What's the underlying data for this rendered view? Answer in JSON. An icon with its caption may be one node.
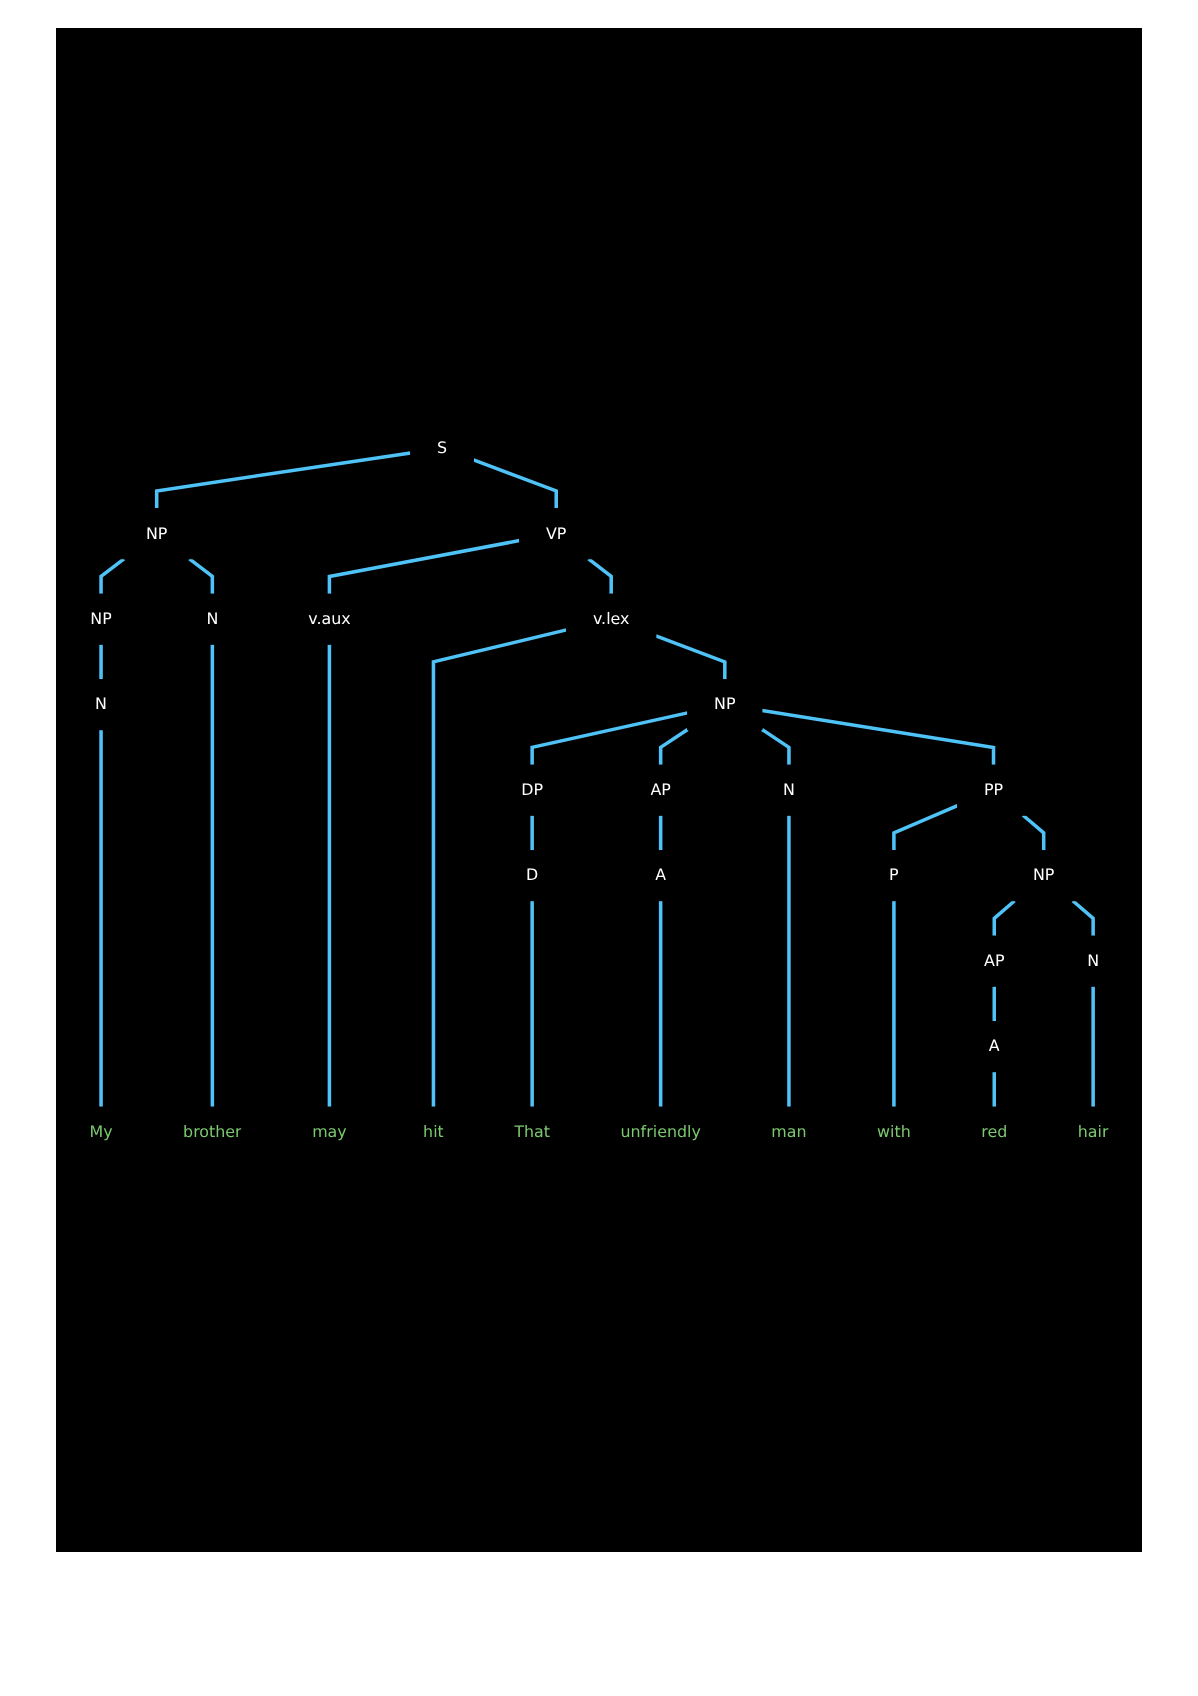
{
  "diagram": {
    "nodes": [
      {
        "text": [
          "S"
        ]
      },
      {
        "text": [
          "NP"
        ]
      },
      {
        "text": [
          "NP"
        ]
      },
      {
        "text": [
          "N"
        ]
      },
      {
        "text": [
          "My"
        ]
      },
      {
        "text": [
          "N"
        ]
      },
      {
        "text": [
          "brother"
        ]
      },
      {
        "text": [
          "VP"
        ]
      },
      {
        "text": [
          "v.aux"
        ]
      },
      {
        "text": [
          "may"
        ]
      },
      {
        "text": [
          "v.lex"
        ]
      },
      {
        "text": [
          "hit"
        ]
      },
      {
        "text": [
          "NP"
        ]
      },
      {
        "text": [
          "DP"
        ]
      },
      {
        "text": [
          "D"
        ]
      },
      {
        "text": [
          "That"
        ]
      },
      {
        "text": [
          "AP"
        ]
      },
      {
        "text": [
          "A"
        ]
      },
      {
        "text": [
          "unfriendly"
        ]
      },
      {
        "text": [
          "N"
        ]
      },
      {
        "text": [
          "man"
        ]
      },
      {
        "text": [
          "PP"
        ]
      },
      {
        "text": [
          "P"
        ]
      },
      {
        "text": [
          "with"
        ]
      },
      {
        "text": [
          "NP"
        ]
      },
      {
        "text": [
          "AP"
        ]
      },
      {
        "text": [
          "A"
        ]
      },
      {
        "text": [
          "red"
        ]
      },
      {
        "text": [
          "N"
        ]
      },
      {
        "text": [
          "hair"
        ]
      }
    ],
    "edges": [
      {
        "from": 0,
        "to": 1,
        "arrow": "none"
      },
      {
        "from": 0,
        "to": 7,
        "arrow": "none"
      },
      {
        "from": 1,
        "to": 2,
        "arrow": "none"
      },
      {
        "from": 2,
        "to": 3,
        "arrow": "none"
      },
      {
        "from": 3,
        "to": 4,
        "arrow": "none"
      },
      {
        "from": 1,
        "to": 5,
        "arrow": "none"
      },
      {
        "from": 5,
        "to": 6,
        "arrow": "none"
      },
      {
        "from": 7,
        "to": 8,
        "arrow": "none"
      },
      {
        "from": 8,
        "to": 9,
        "arrow": "none"
      },
      {
        "from": 7,
        "to": 10,
        "arrow": "none"
      },
      {
        "from": 10,
        "to": 11,
        "arrow": "none"
      },
      {
        "from": 10,
        "to": 12,
        "arrow": "none"
      },
      {
        "from": 12,
        "to": 13,
        "arrow": "none"
      },
      {
        "from": 13,
        "to": 14,
        "arrow": "none"
      },
      {
        "from": 14,
        "to": 15,
        "arrow": "none"
      },
      {
        "from": 12,
        "to": 16,
        "arrow": "none"
      },
      {
        "from": 16,
        "to": 17,
        "arrow": "none"
      },
      {
        "from": 17,
        "to": 18,
        "arrow": "none"
      },
      {
        "from": 12,
        "to": 19,
        "arrow": "none"
      },
      {
        "from": 19,
        "to": 20,
        "arrow": "none"
      },
      {
        "from": 12,
        "to": 21,
        "arrow": "none"
      },
      {
        "from": 21,
        "to": 22,
        "arrow": "none"
      },
      {
        "from": 22,
        "to": 23,
        "arrow": "none"
      },
      {
        "from": 21,
        "to": 24,
        "arrow": "none"
      },
      {
        "from": 24,
        "to": 25,
        "arrow": "none"
      },
      {
        "from": 25,
        "to": 26,
        "arrow": "none"
      },
      {
        "from": 26,
        "to": 27,
        "arrow": "none"
      },
      {
        "from": 24,
        "to": 28,
        "arrow": "none"
      },
      {
        "from": 28,
        "to": 29,
        "arrow": "none"
      }
    ]
  }
}
